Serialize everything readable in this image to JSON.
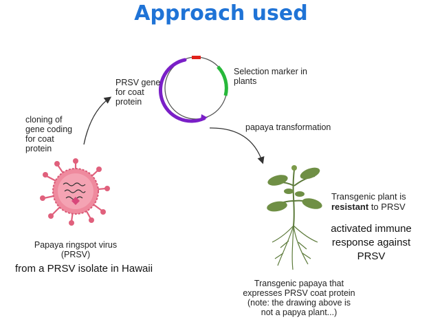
{
  "title": "Approach used",
  "labels": {
    "prsv_gene": [
      "PRSV gene",
      "for coat",
      "protein"
    ],
    "selection_marker": [
      "Selection marker in",
      "plants"
    ],
    "cloning": [
      "cloning of",
      "gene coding",
      "for coat",
      "protein"
    ],
    "papaya_transformation": "papaya transformation",
    "virus_name": [
      "Papaya ringspot virus",
      "(PRSV)"
    ],
    "isolate": "from a PRSV isolate in Hawaii",
    "transgenic_plant_line1": "Transgenic plant is",
    "transgenic_resistant_word": "resistant",
    "transgenic_plant_rest": " to PRSV",
    "immune": [
      "activated immune",
      "response against",
      "PRSV"
    ],
    "transgenic_papaya": [
      "Transgenic papaya that",
      "expresses PRSV coat protein",
      "(note: the drawing above is",
      "not a papya plant...)"
    ]
  },
  "colors": {
    "title": "#1f73d6",
    "plasmid_purple": "#7a1fc7",
    "plasmid_green": "#27b83a",
    "plasmid_red": "#e0221b",
    "virus_pink": "#ef8a9e",
    "virus_spike": "#e0607c",
    "plant_green": "#5c7a3a"
  }
}
